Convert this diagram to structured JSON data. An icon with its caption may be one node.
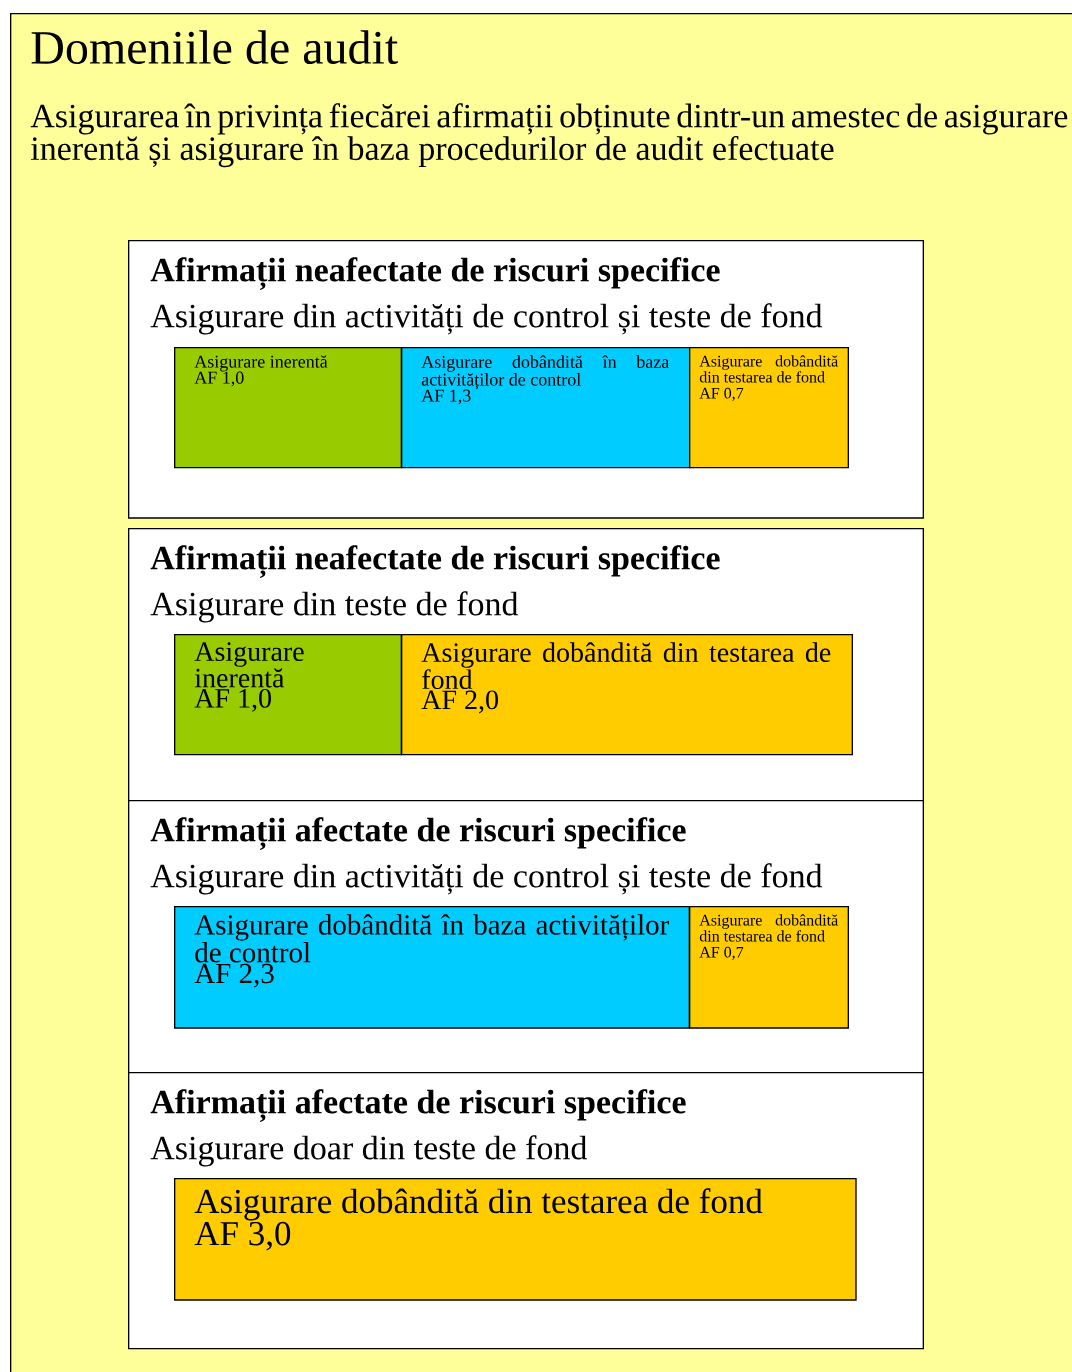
{
  "diagram": {
    "nodes": [
      {
        "text": [
          "Domeniile de audit",
          "Asigurarea în privința fiecărei afirmații obținute dintr-un amestec de asigurare inerentă și asigurare în baza procedurilor de audit efectuate"
        ]
      },
      {
        "text": [
          "Afirmații neafectate de riscuri specifice",
          "Asigurare din activități de control și teste de fond"
        ],
        "in": 0
      },
      {
        "text": [
          "Asigurare inerentă",
          "AF 1,0"
        ],
        "in": 1
      },
      {
        "text": [
          "Asigurare dobândită în baza activităților de control",
          "AF 1,3"
        ],
        "in": 1
      },
      {
        "text": [
          "Asigurare dobândită din testarea de fond",
          "AF 0,7"
        ],
        "in": 1
      },
      {
        "text": [
          "Afirmații neafectate de riscuri specifice",
          "Asigurare din teste de fond"
        ],
        "in": 0
      },
      {
        "text": [
          "Asigurare inerentă",
          "AF 1,0"
        ],
        "in": 5
      },
      {
        "text": [
          "Asigurare dobândită din testarea de fond",
          "AF 2,0"
        ],
        "in": 5
      },
      {
        "text": [
          "Afirmații afectate de riscuri specifice",
          "Asigurare din activități de control și teste de fond"
        ],
        "in": 0
      },
      {
        "text": [
          "Asigurare dobândită în baza activităților de control",
          "AF 2,3"
        ],
        "in": 8
      },
      {
        "text": [
          "Asigurare dobândită din testarea de fond",
          "AF 0,7"
        ],
        "in": 8
      },
      {
        "text": [
          "Afirmații afectate de riscuri specifice",
          "Asigurare doar din teste de fond"
        ],
        "in": 0
      },
      {
        "text": [
          "Asigurare dobândită din testarea de fond",
          "AF 3,0"
        ],
        "in": 11
      }
    ]
  }
}
